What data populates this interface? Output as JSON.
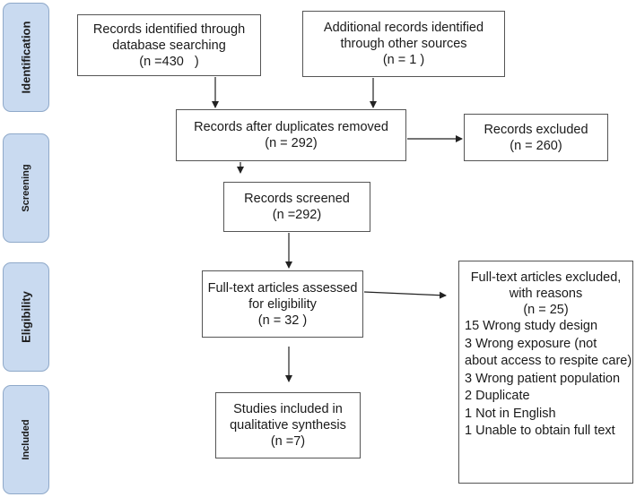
{
  "stages": {
    "identification": "Identification",
    "screening": "Screening",
    "eligibility": "Eligibility",
    "included": "Included"
  },
  "boxes": {
    "database_search": {
      "line1": "Records identified through",
      "line2": "database searching",
      "line3": "(n =430   )"
    },
    "other_sources": {
      "line1": "Additional records identified",
      "line2": "through other sources",
      "line3": "(n = 1 )"
    },
    "after_duplicates": {
      "line1": "Records after duplicates removed",
      "line2": "(n = 292)"
    },
    "records_excluded": {
      "line1": "Records excluded",
      "line2": "(n = 260)"
    },
    "screened": {
      "line1": "Records screened",
      "line2": "(n =292)"
    },
    "fulltext_assessed": {
      "line1": "Full-text articles assessed",
      "line2": "for eligibility",
      "line3": "(n = 32 )"
    },
    "fulltext_excluded": {
      "line1": "Full-text articles excluded,",
      "line2": "with reasons",
      "line3": "(n = 25)",
      "reasons": [
        "15 Wrong study design",
        "3 Wrong exposure (not about access to respite care)",
        "3 Wrong patient population",
        "2 Duplicate",
        "1 Not in English",
        "1 Unable to obtain full text"
      ]
    },
    "included": {
      "line1": "Studies included in",
      "line2": "qualitative synthesis",
      "line3": "(n =7)"
    }
  }
}
